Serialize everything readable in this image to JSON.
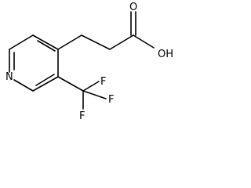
{
  "structure": {
    "atoms": {
      "ring_nitrogen": "N",
      "carboxyl_hydroxyl": "OH",
      "carbonyl_oxygen": "O",
      "fluorine_1": "F",
      "fluorine_2": "F",
      "fluorine_3": "F"
    }
  }
}
